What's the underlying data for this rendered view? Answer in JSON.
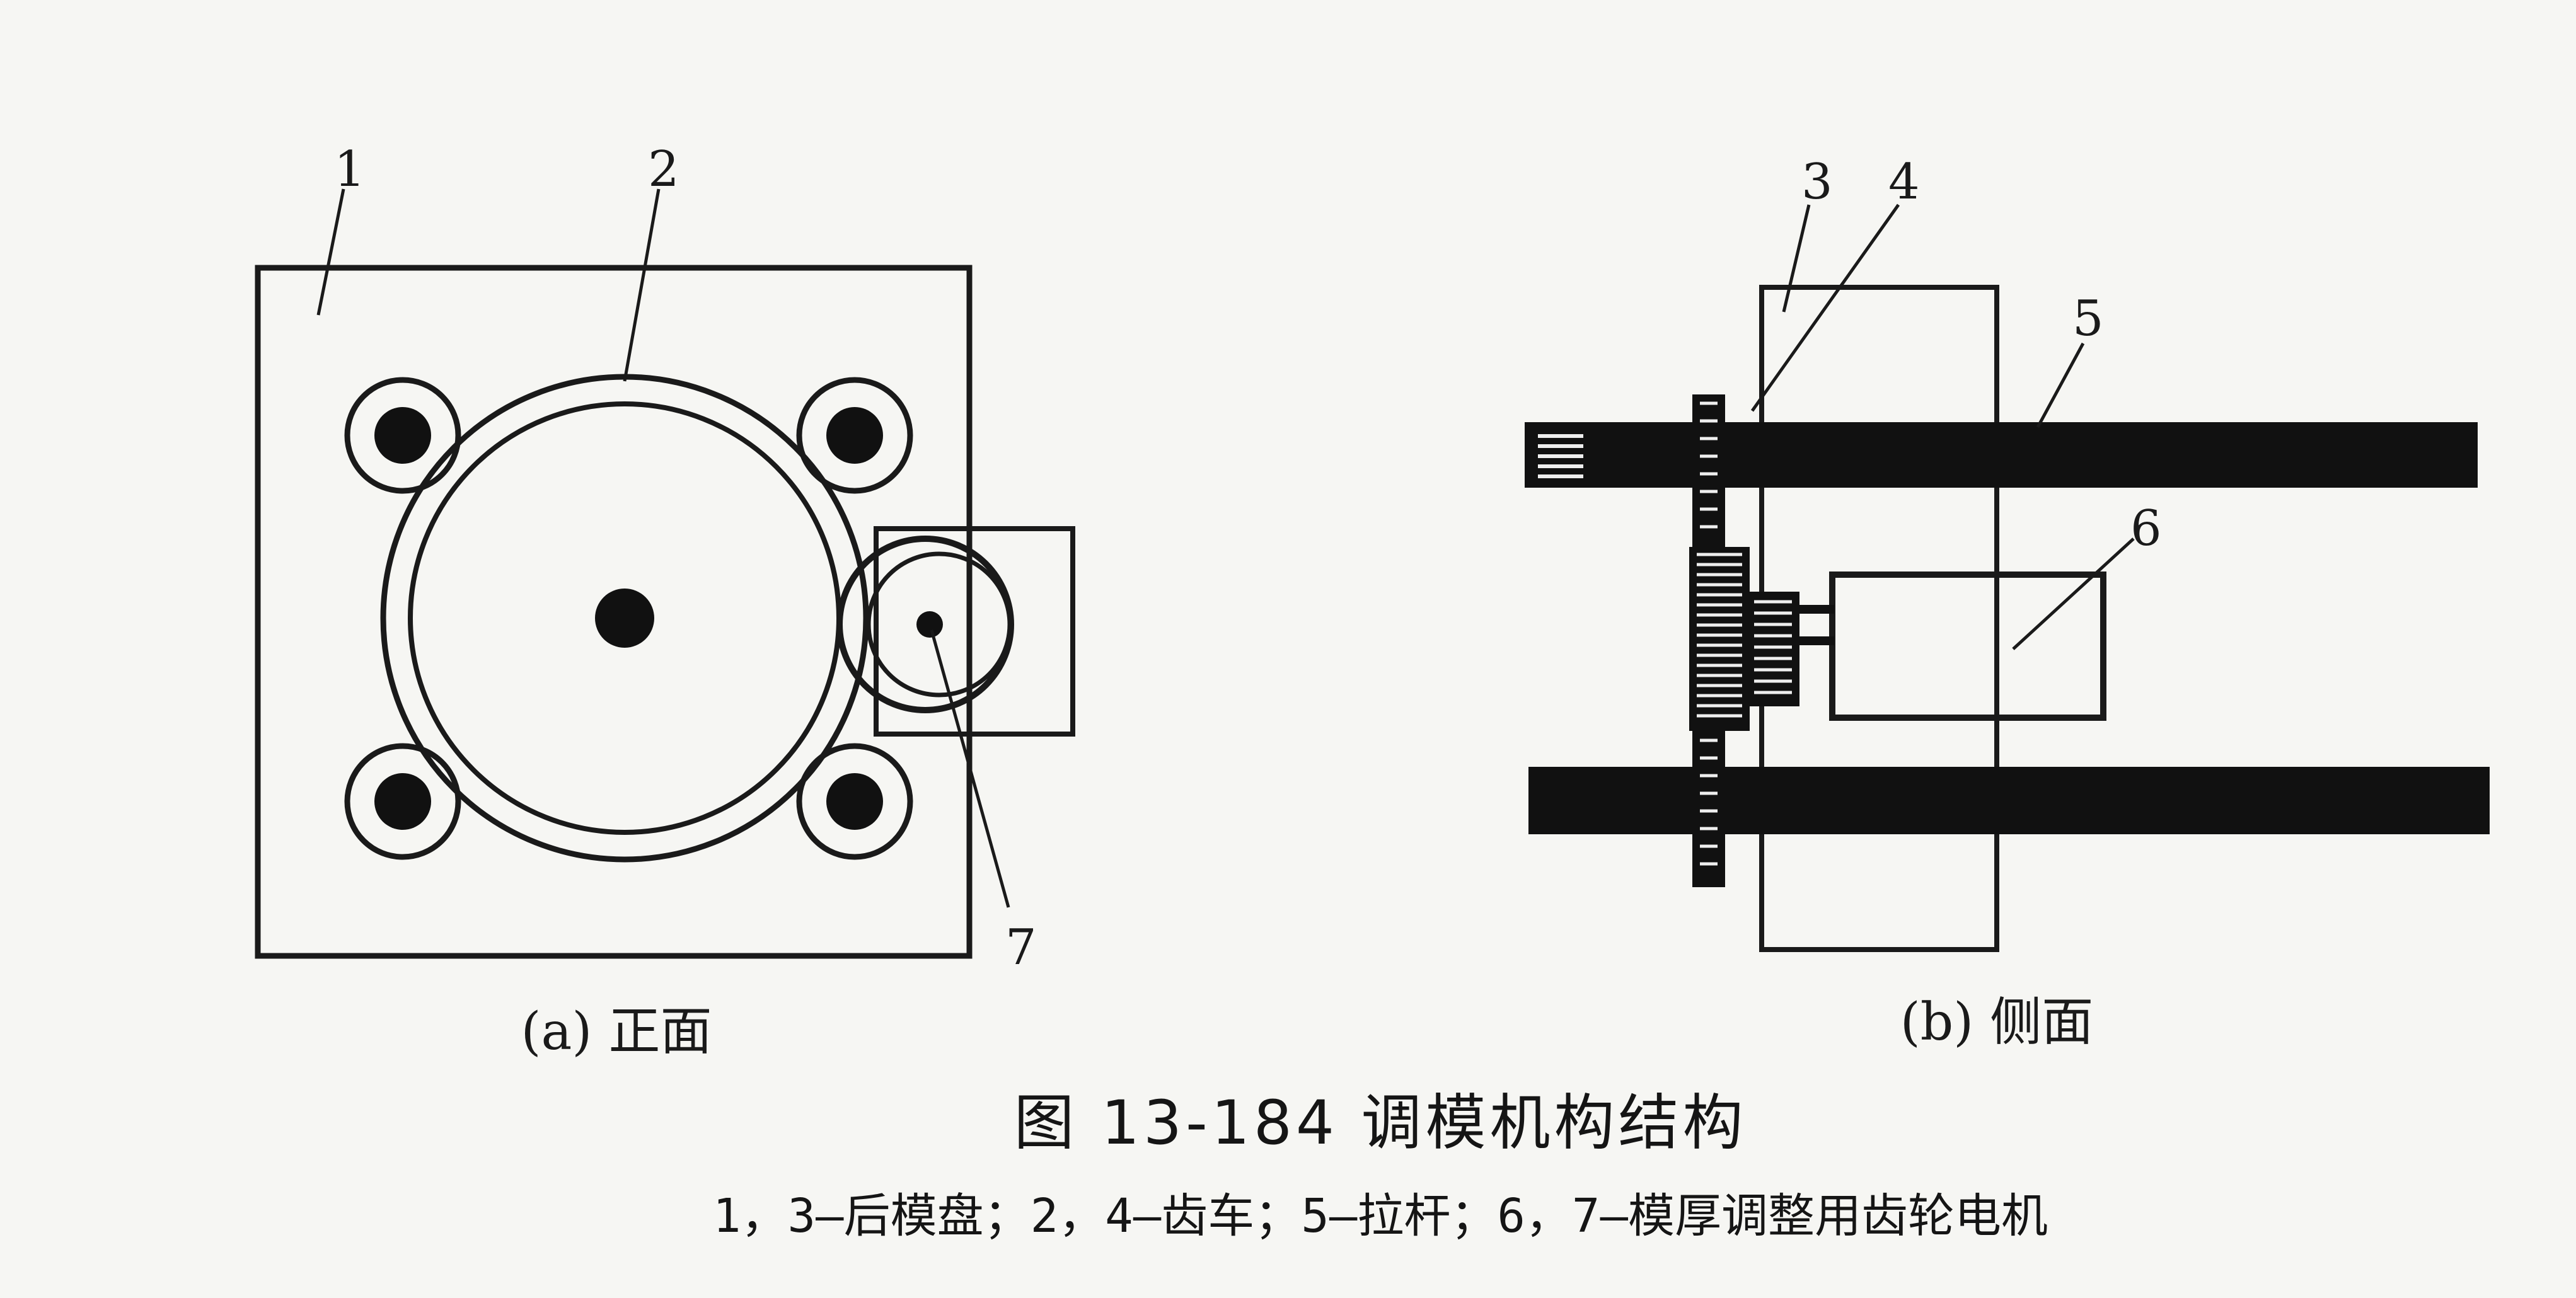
{
  "figure": {
    "title": "图 13-184   调模机构结构",
    "legend": "1，3—后模盘；2，4—齿车；5—拉杆；6，7—模厚调整用齿轮电机"
  },
  "front_view": {
    "caption": "(a) 正面",
    "labels": {
      "l1": "1",
      "l2": "2",
      "l7": "7"
    }
  },
  "side_view": {
    "caption": "(b) 侧面",
    "labels": {
      "l3": "3",
      "l4": "4",
      "l5": "5",
      "l6": "6"
    }
  },
  "colors": {
    "ink": "#1a1a1a",
    "paper": "#f6f6f3"
  }
}
